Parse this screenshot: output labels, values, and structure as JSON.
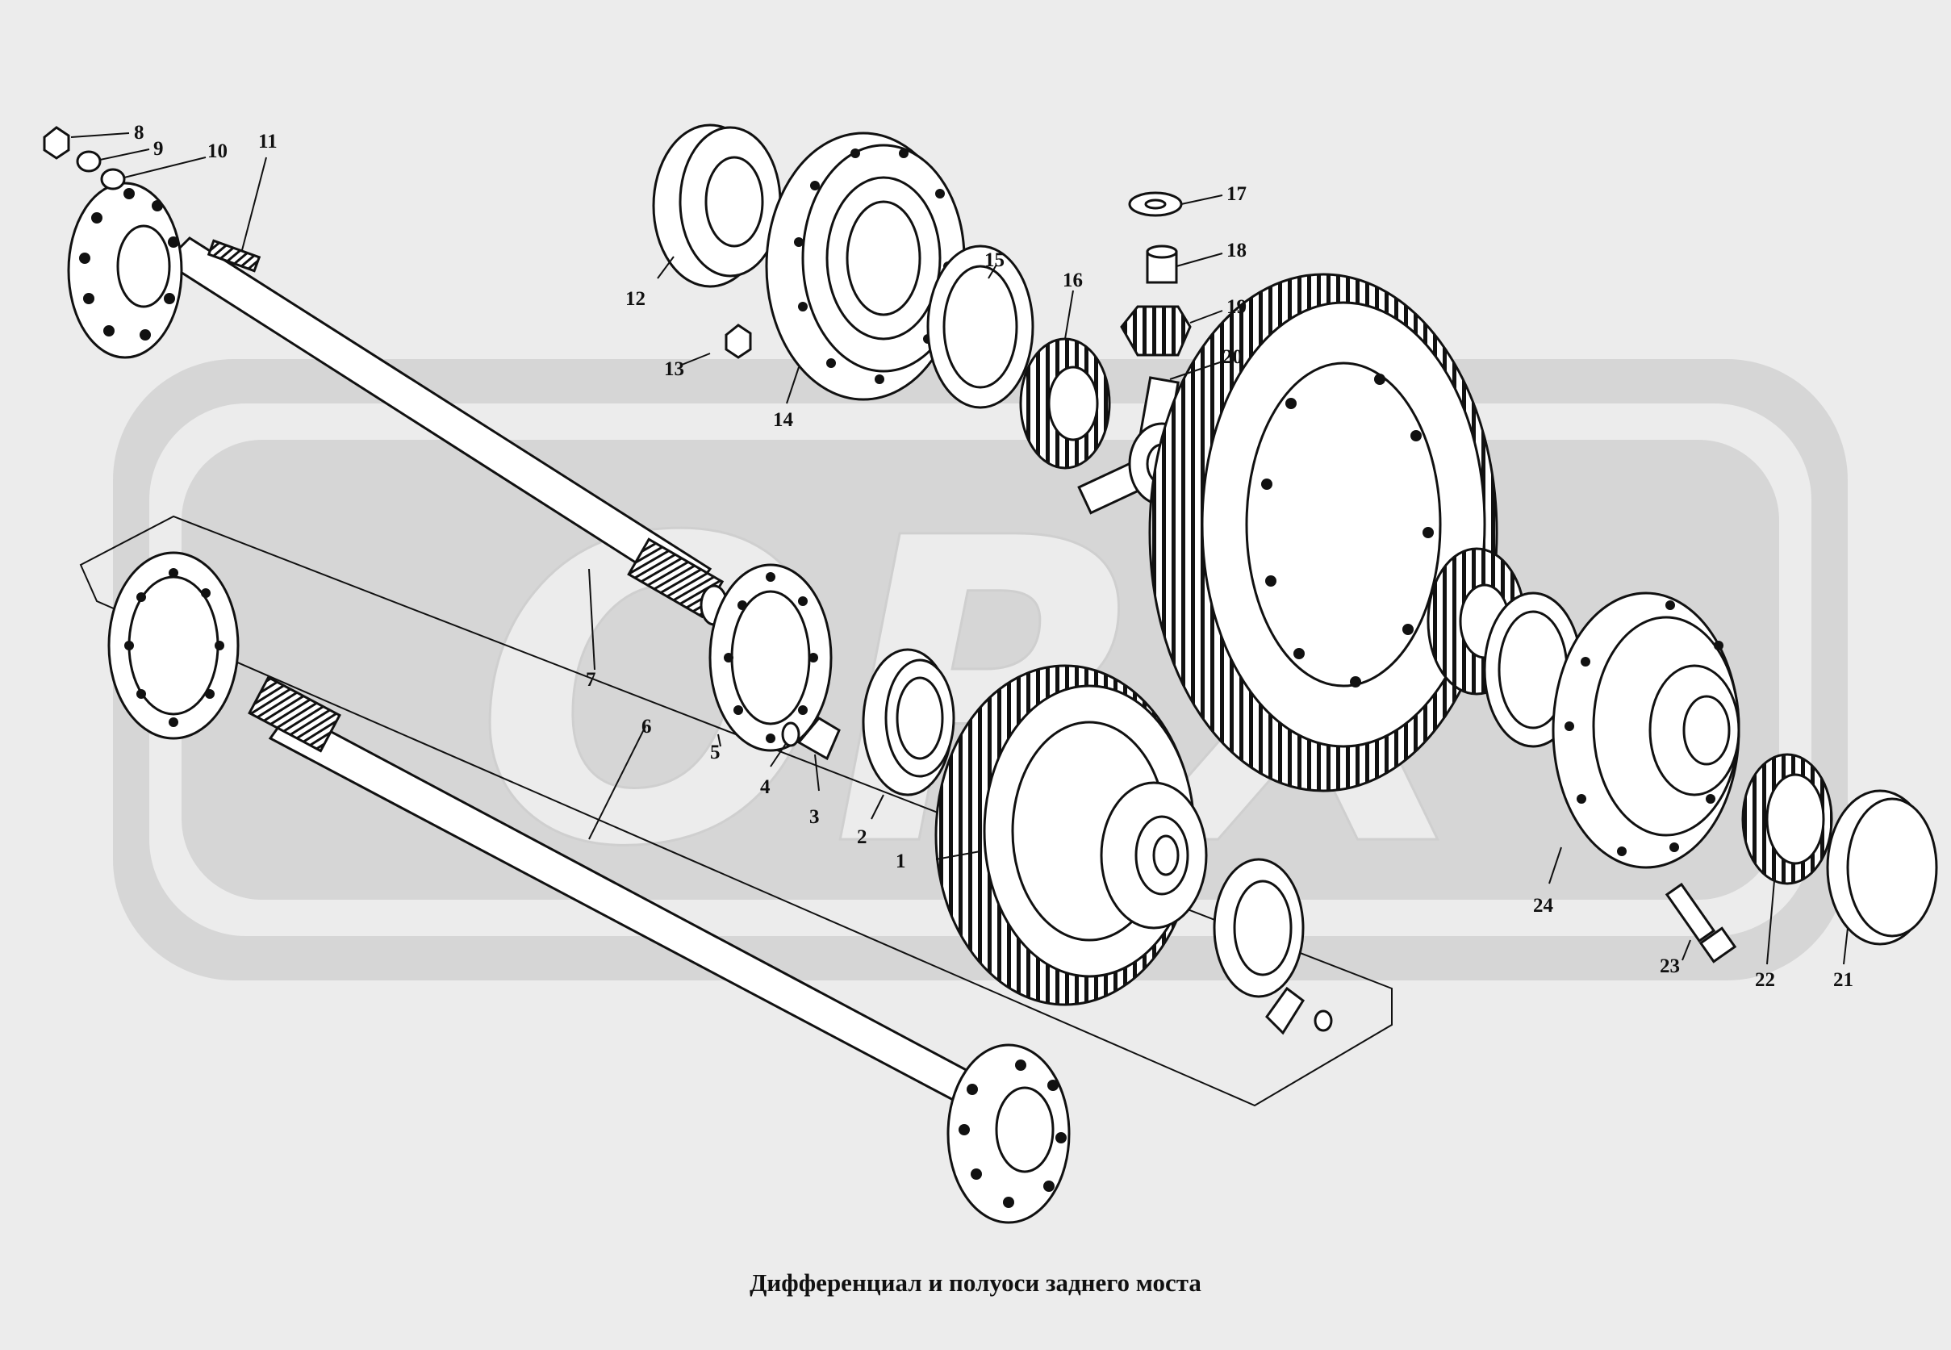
{
  "caption": "Дифференциал и полуоси заднего моста",
  "watermark": "ORX",
  "labels": [
    "1",
    "2",
    "3",
    "4",
    "5",
    "6",
    "7",
    "8",
    "9",
    "10",
    "11",
    "12",
    "13",
    "14",
    "15",
    "16",
    "17",
    "18",
    "19",
    "20",
    "21",
    "22",
    "23",
    "24"
  ],
  "colors": {
    "background": "#ececec",
    "watermark": "#d2d2d2",
    "line": "#111111"
  }
}
